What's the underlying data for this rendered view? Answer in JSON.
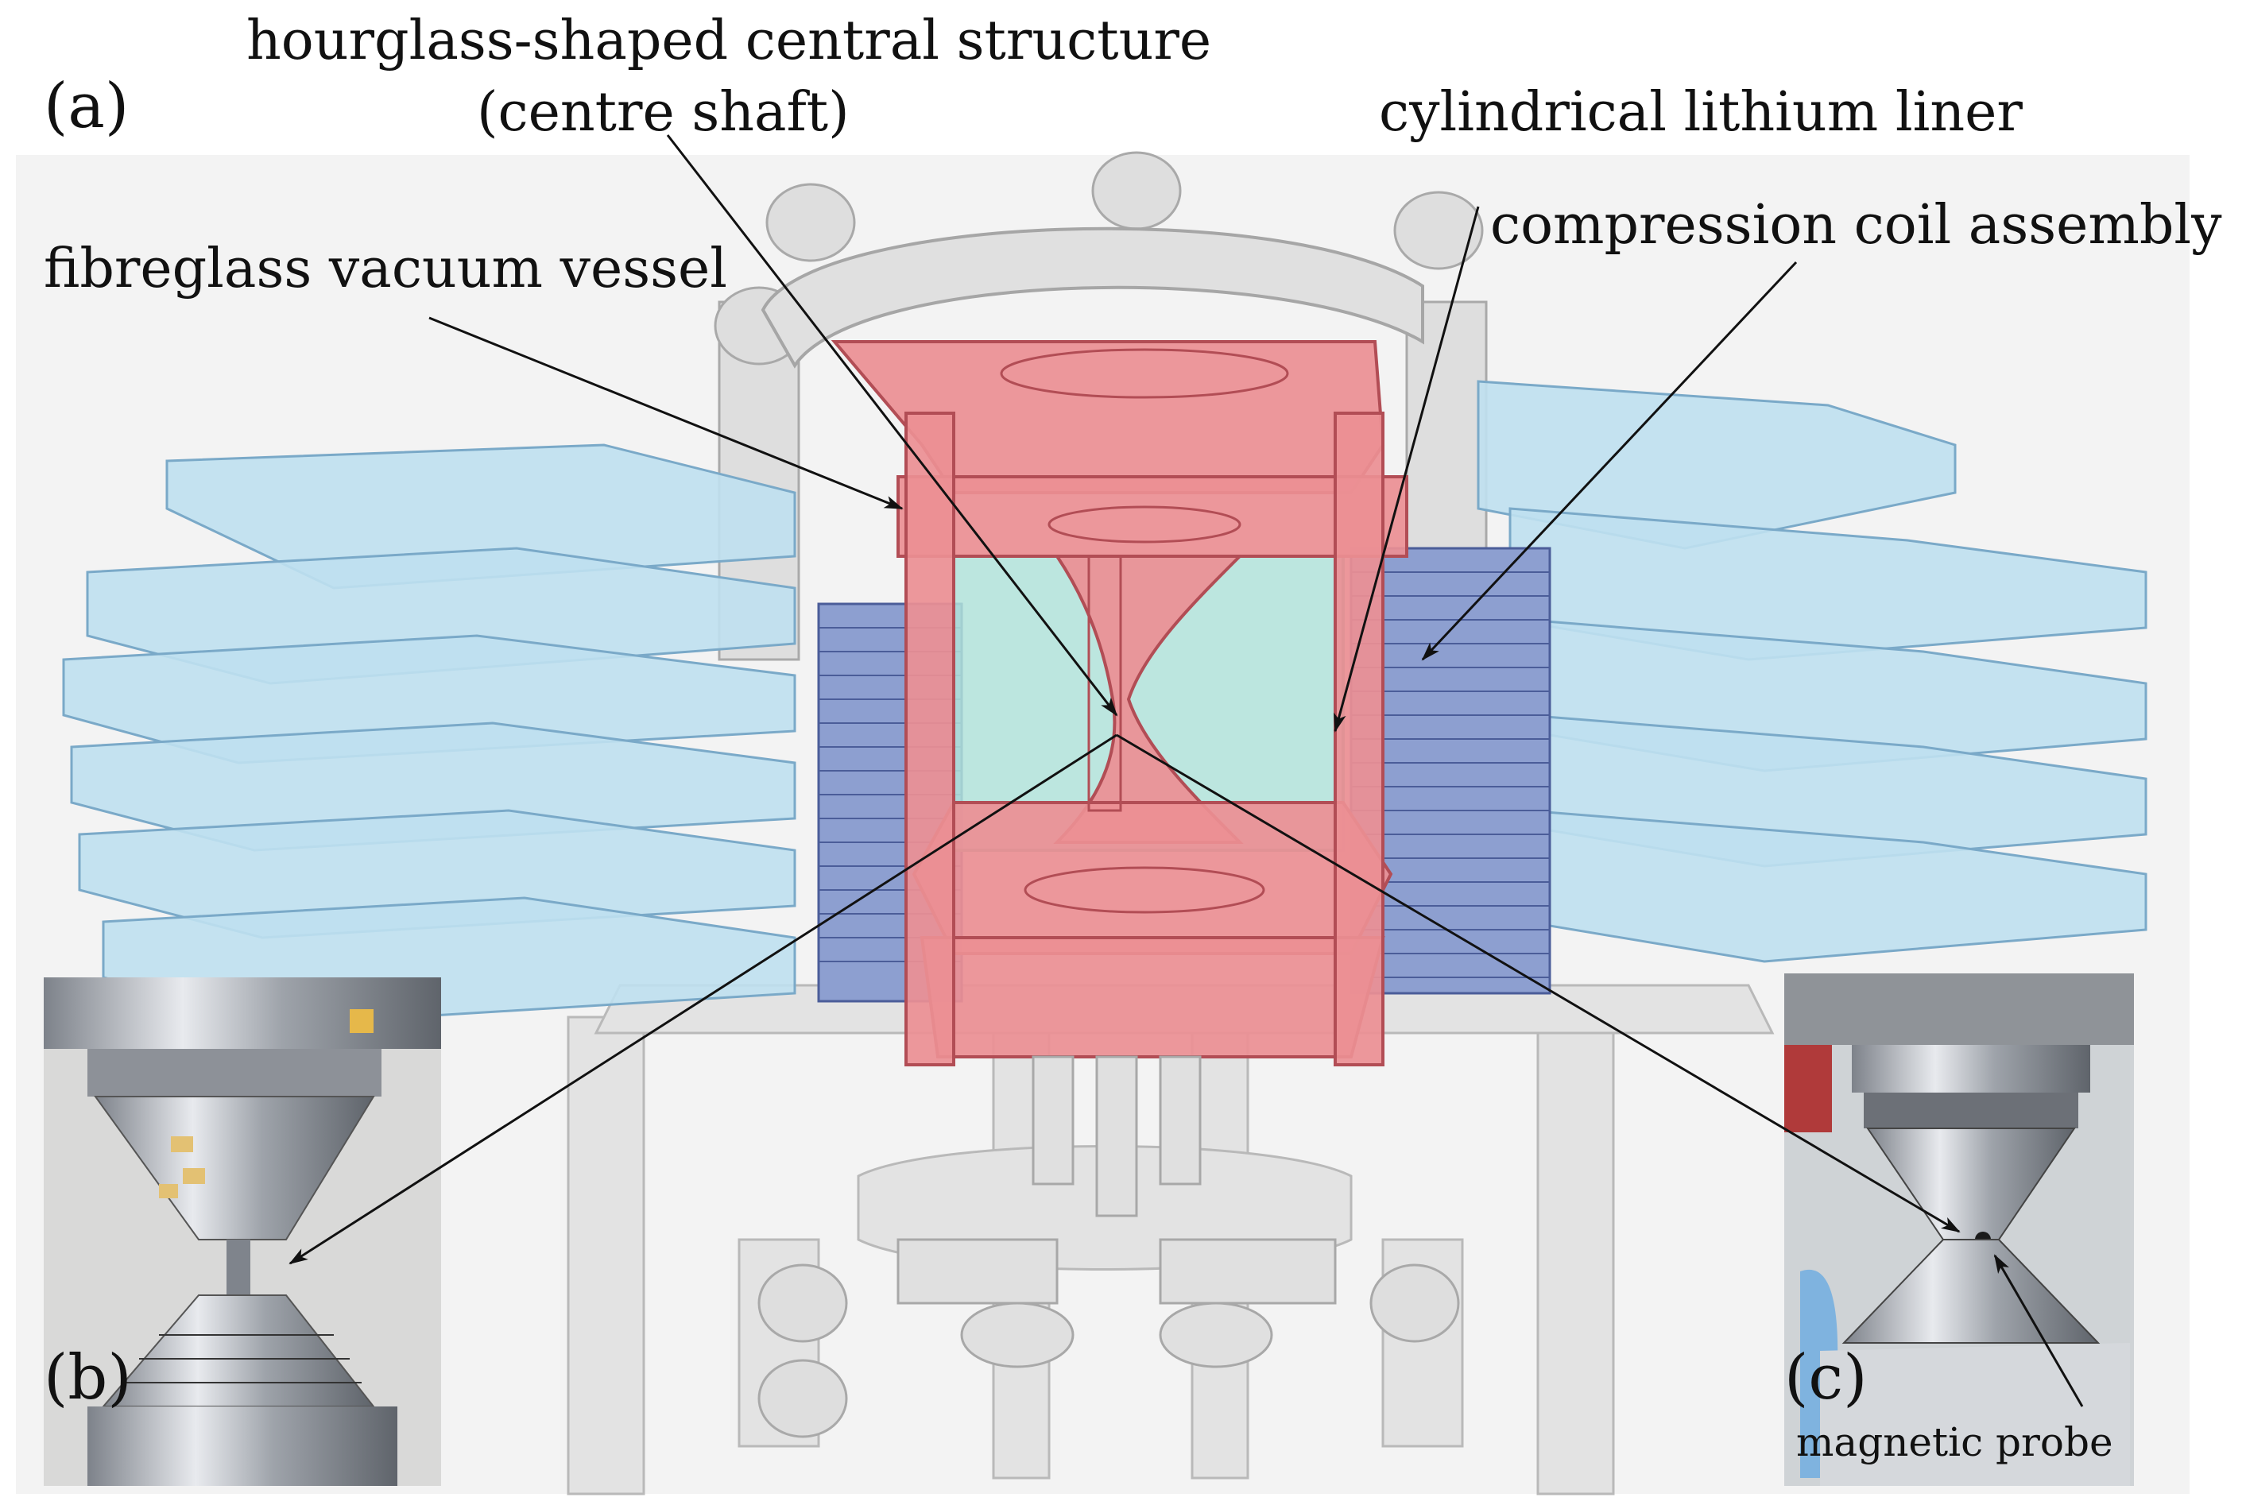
{
  "figure": {
    "labels": {
      "panel_a": "(a)",
      "panel_b": "(b)",
      "panel_c": "(c)",
      "centre_structure_line1": "hourglass-shaped central structure",
      "centre_structure_line2": "(centre shaft)",
      "liner": "cylindrical lithium liner",
      "vessel": "fibreglass vacuum vessel",
      "coil": "compression coil assembly",
      "probe": "magnetic probe"
    },
    "colors": {
      "red_parts": "#e8858a",
      "blue_plates": "#b9dced",
      "coil_stack": "#7e93c8",
      "liner_glass": "#a9ddd7",
      "grey_frame": "#dcdcdc",
      "metal": "#b8bcc2"
    }
  }
}
